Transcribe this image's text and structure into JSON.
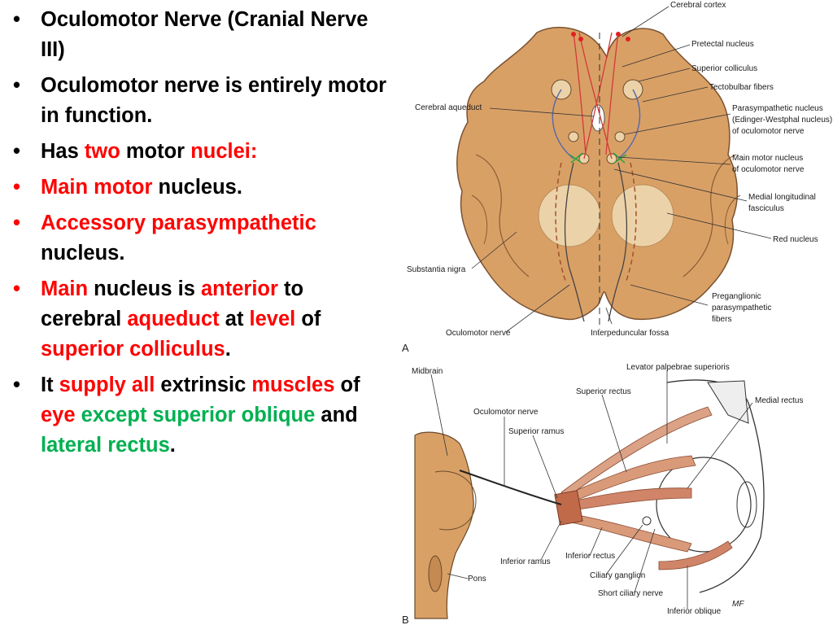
{
  "bullets": [
    {
      "color": "black",
      "segments": [
        {
          "t": "Oculomotor Nerve (Cranial Nerve III)",
          "c": "k"
        }
      ]
    },
    {
      "color": "black",
      "segments": [
        {
          "t": "Oculomotor nerve is entirely motor in function.",
          "c": "k"
        }
      ]
    },
    {
      "color": "black",
      "segments": [
        {
          "t": "Has ",
          "c": "k"
        },
        {
          "t": "two",
          "c": "r"
        },
        {
          "t": " motor ",
          "c": "k"
        },
        {
          "t": "nuclei:",
          "c": "r"
        }
      ]
    },
    {
      "color": "red",
      "segments": [
        {
          "t": "Main motor",
          "c": "r"
        },
        {
          "t": " nucleus.",
          "c": "k"
        }
      ]
    },
    {
      "color": "red",
      "segments": [
        {
          "t": "Accessory parasympathetic",
          "c": "r"
        },
        {
          "t": " nucleus.",
          "c": "k"
        }
      ]
    },
    {
      "color": "red",
      "segments": [
        {
          "t": "Main",
          "c": "r"
        },
        {
          "t": " nucleus is ",
          "c": "k"
        },
        {
          "t": "anterior",
          "c": "r"
        },
        {
          "t": " to cerebral ",
          "c": "k"
        },
        {
          "t": "aqueduct",
          "c": "r"
        },
        {
          "t": " at ",
          "c": "k"
        },
        {
          "t": "level",
          "c": "r"
        },
        {
          "t": " of ",
          "c": "k"
        },
        {
          "t": "superior colliculus",
          "c": "r"
        },
        {
          "t": ".",
          "c": "k"
        }
      ]
    },
    {
      "color": "black",
      "segments": [
        {
          "t": "It ",
          "c": "k"
        },
        {
          "t": "supply all",
          "c": "r"
        },
        {
          "t": " extrinsic ",
          "c": "k"
        },
        {
          "t": "muscles",
          "c": "r"
        },
        {
          "t": " of ",
          "c": "k"
        },
        {
          "t": "eye",
          "c": "r"
        },
        {
          "t": " ",
          "c": "k"
        },
        {
          "t": "except superior oblique",
          "c": "g"
        },
        {
          "t": " and ",
          "c": "k"
        },
        {
          "t": "lateral rectus",
          "c": "g"
        },
        {
          "t": ".",
          "c": "k"
        }
      ]
    }
  ],
  "bullet_glyph": "•",
  "colors": {
    "red": "#ff0000",
    "green": "#00b050",
    "tissue": "#d9a066",
    "tissue_dark": "#c48a52",
    "nucleus": "#ecd2a8"
  },
  "figure_a": {
    "letter": "A",
    "labels": {
      "cerebral_cortex": "Cerebral cortex",
      "pretectal_nucleus": "Pretectal nucleus",
      "superior_colliculus": "Superior colliculus",
      "tectobulbar_fibers": "Tectobulbar fibers",
      "parasym_1": "Parasympathetic nucleus",
      "parasym_2": "(Edinger-Westphal nucleus)",
      "parasym_3": "of oculomotor nerve",
      "main_motor_1": "Main motor nucleus",
      "main_motor_2": "of oculomotor nerve",
      "mlf_1": "Medial longitudinal",
      "mlf_2": "fasciculus",
      "red_nucleus": "Red nucleus",
      "cerebral_aqueduct": "Cerebral aqueduct",
      "substantia_nigra": "Substantia nigra",
      "oculomotor_nerve": "Oculomotor nerve",
      "interpeduncular_fossa": "Interpeduncular fossa",
      "pregang_1": "Preganglionic",
      "pregang_2": "parasympathetic",
      "pregang_3": "fibers"
    }
  },
  "figure_b": {
    "letter": "B",
    "labels": {
      "midbrain": "Midbrain",
      "oculomotor_nerve": "Oculomotor nerve",
      "superior_ramus": "Superior ramus",
      "levator": "Levator palpebrae superioris",
      "superior_rectus": "Superior rectus",
      "medial_rectus": "Medial rectus",
      "inferior_ramus": "Inferior ramus",
      "inferior_rectus": "Inferior rectus",
      "ciliary_ganglion": "Ciliary ganglion",
      "short_ciliary_nerve": "Short ciliary nerve",
      "inferior_oblique": "Inferior oblique",
      "pons": "Pons",
      "signature": "MF"
    }
  }
}
